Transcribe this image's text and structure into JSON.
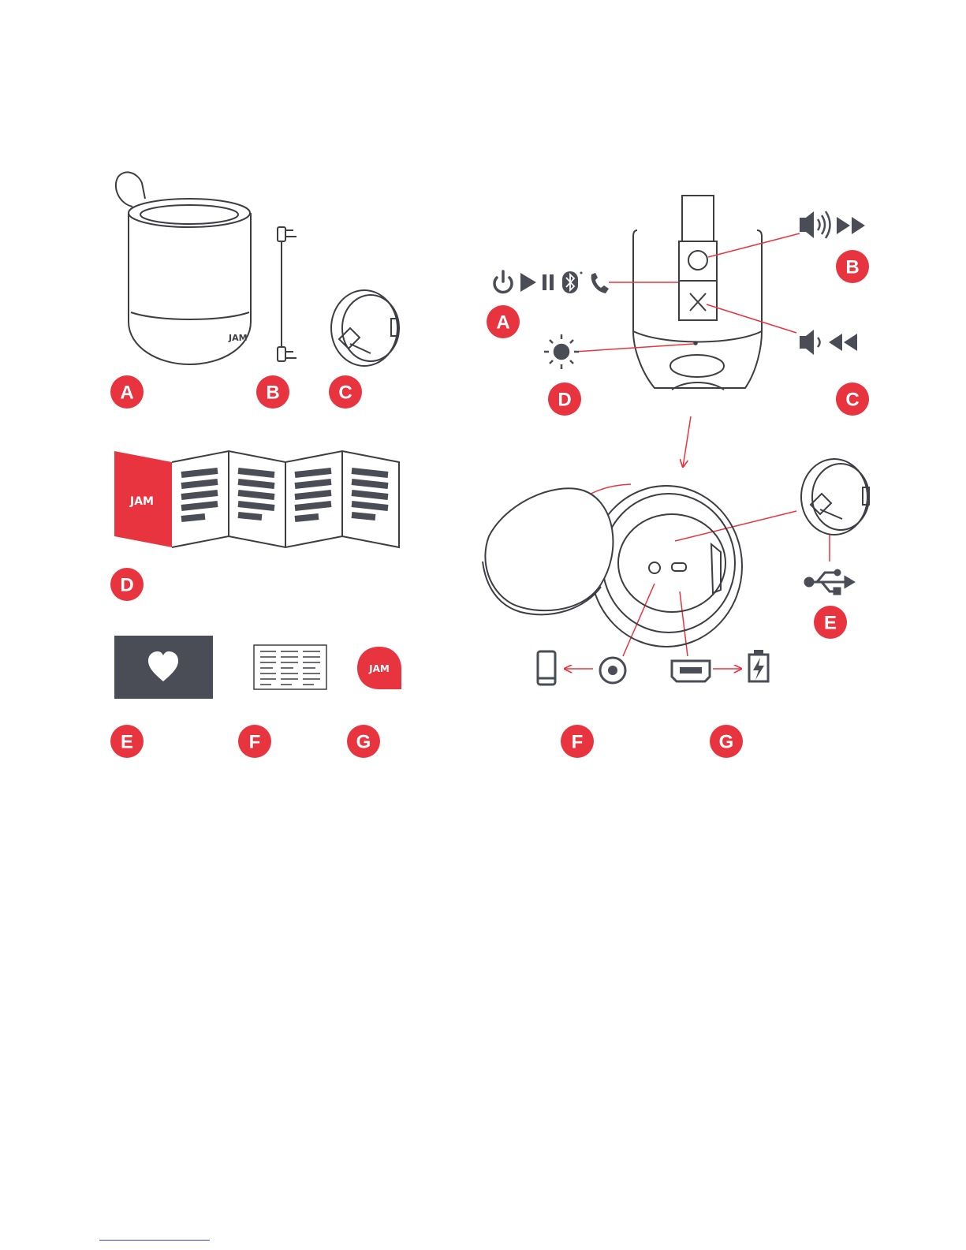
{
  "colors": {
    "accent": "#e8343f",
    "dark": "#4a4d55",
    "outline": "#3c3e44",
    "white": "#ffffff"
  },
  "brand": {
    "logo_text": "JAM"
  },
  "contents_panel": {
    "labels": [
      "A",
      "B",
      "C",
      "D",
      "E",
      "F",
      "G"
    ],
    "items": [
      {
        "label": "A",
        "icon": "speaker-body-icon"
      },
      {
        "label": "B",
        "icon": "aux-cable-icon"
      },
      {
        "label": "C",
        "icon": "usb-cable-coil-icon"
      },
      {
        "label": "D",
        "icon": "foldout-guide-icon"
      },
      {
        "label": "E",
        "icon": "heart-card-icon"
      },
      {
        "label": "F",
        "icon": "leaflet-icon"
      },
      {
        "label": "G",
        "icon": "jam-sticker-icon"
      }
    ]
  },
  "controls_panel": {
    "labels": [
      "A",
      "B",
      "C",
      "D",
      "E",
      "F",
      "G"
    ],
    "callouts": [
      {
        "label": "A",
        "icons": [
          "power-icon",
          "play-icon",
          "pause-icon",
          "bluetooth-icon",
          "phone-icon"
        ]
      },
      {
        "label": "B",
        "icons": [
          "volume-up-icon",
          "fast-forward-icon"
        ]
      },
      {
        "label": "C",
        "icons": [
          "volume-down-icon",
          "rewind-icon"
        ]
      },
      {
        "label": "D",
        "icons": [
          "led-light-icon"
        ]
      },
      {
        "label": "E",
        "icons": [
          "usb-icon"
        ]
      },
      {
        "label": "F",
        "icons": [
          "smartphone-icon",
          "aux-port-icon"
        ]
      },
      {
        "label": "G",
        "icons": [
          "micro-usb-port-icon",
          "battery-charging-icon"
        ]
      }
    ]
  }
}
